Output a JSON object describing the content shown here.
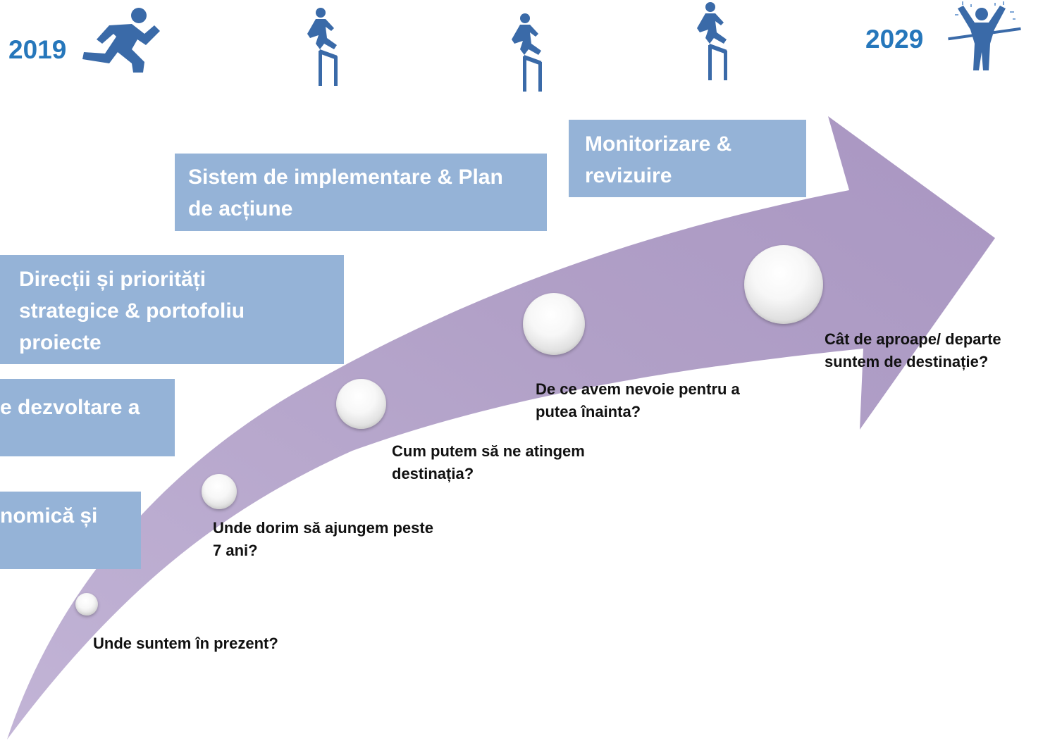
{
  "header": {
    "year_start": "2019",
    "year_end": "2029",
    "icons": [
      "runner-start-icon",
      "hurdler-icon",
      "hurdler-icon",
      "hurdler-icon",
      "finish-line-icon"
    ]
  },
  "colors": {
    "year_text": "#2677bb",
    "icon": "#3a6aa8",
    "box_fill": "#95b3d7",
    "box_text": "#ffffff",
    "arrow_fill": "#b1a0c7",
    "question_text": "#111111"
  },
  "steps": [
    {
      "box_label": "nomică și",
      "question": "Unde suntem în prezent?"
    },
    {
      "box_label": "e dezvoltare a",
      "question": "Unde dorim să ajungem peste\n7 ani?"
    },
    {
      "box_label": "Direcții și priorități\nstrategice & portofoliu\nproiecte",
      "question": "Cum putem să ne atingem\ndestinația?"
    },
    {
      "box_label": "Sistem de implementare & Plan\nde acțiune",
      "question": "De ce avem nevoie pentru  a\nputea  înainta?"
    },
    {
      "box_label": "Monitorizare &\nrevizuire",
      "question": "Cât de aproape/ departe\nsuntem de destinație?"
    }
  ]
}
